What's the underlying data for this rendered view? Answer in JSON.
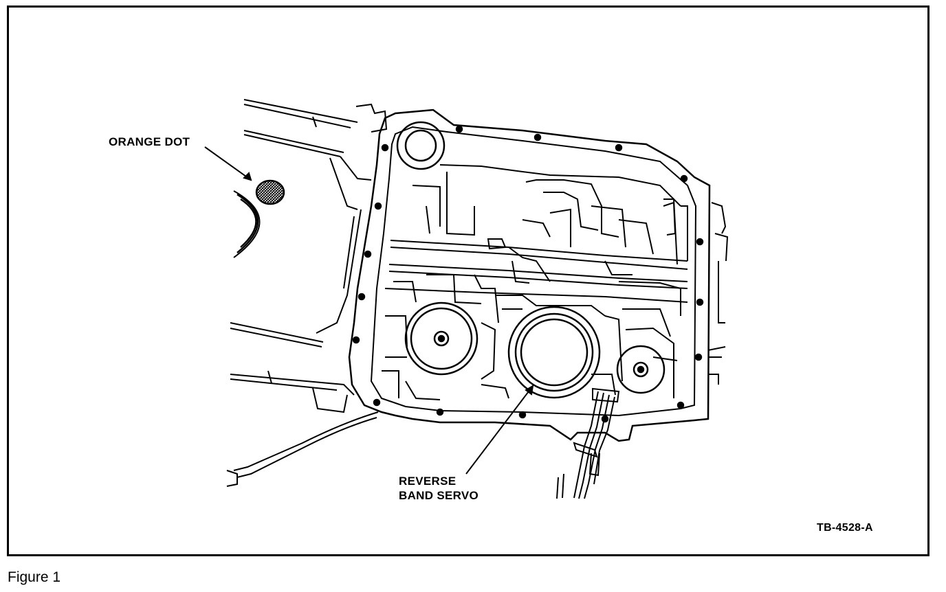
{
  "figure": {
    "caption": "Figure 1",
    "code": "TB-4528-A"
  },
  "callouts": {
    "orange_dot": "ORANGE DOT",
    "reverse_band_servo_line1": "REVERSE",
    "reverse_band_servo_line2": "BAND SERVO"
  },
  "colors": {
    "ink": "#000000",
    "paper": "#ffffff"
  }
}
